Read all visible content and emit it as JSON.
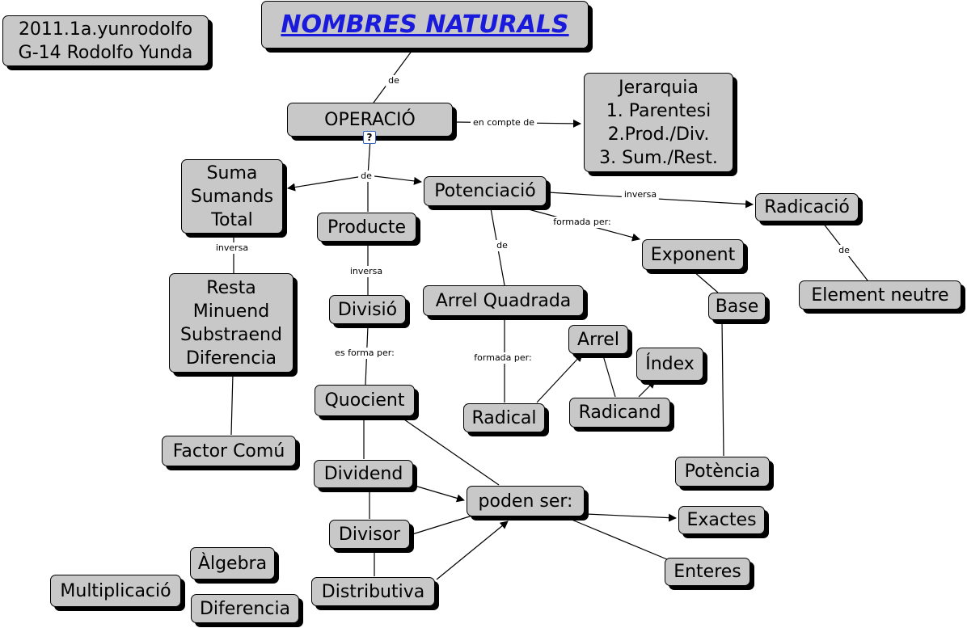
{
  "nodes": {
    "author": [
      "2011.1a.yunrodolfo",
      "G-14 Rodolfo Yunda"
    ],
    "title": "NOMBRES NATURALS",
    "operacio": "OPERACIÓ",
    "jerarquia": [
      "Jerarquia",
      "1. Parentesi",
      "2.Prod./Div.",
      "3. Sum./Rest."
    ],
    "suma": [
      "Suma",
      "Sumands",
      "Total"
    ],
    "resta": [
      "Resta",
      "Minuend",
      "Substraend",
      "Diferencia"
    ],
    "factor_comu": "Factor Comú",
    "producte": "Producte",
    "divisio": "Divisió",
    "quocient": "Quocient",
    "dividend": "Dividend",
    "divisor": "Divisor",
    "distributiva": "Distributiva",
    "poden_ser": "poden ser:",
    "exactes": "Exactes",
    "enteres": "Enteres",
    "potenciacio": "Potenciació",
    "radicacio": "Radicació",
    "element_neutre": "Element neutre",
    "exponent": "Exponent",
    "base": "Base",
    "potencia": "Potència",
    "arrel_quadrada": "Arrel Quadrada",
    "radical": "Radical",
    "arrel": "Arrel",
    "index": "Índex",
    "radicand": "Radicand",
    "algebra": "Àlgebra",
    "multiplicacio": "Multiplicació",
    "diferencia": "Diferencia"
  },
  "links": {
    "de_title": "de",
    "en_compte_de": "en compte de",
    "de_operacio": "de",
    "inversa_suma": "inversa",
    "inversa_producte": "inversa",
    "es_forma_per": "es forma per:",
    "inversa_pot": "inversa",
    "formada_per_pot": "formada per:",
    "de_pot": "de",
    "de_rad": "de",
    "formada_per_arrel": "formada per:"
  },
  "resource_icon": "?"
}
